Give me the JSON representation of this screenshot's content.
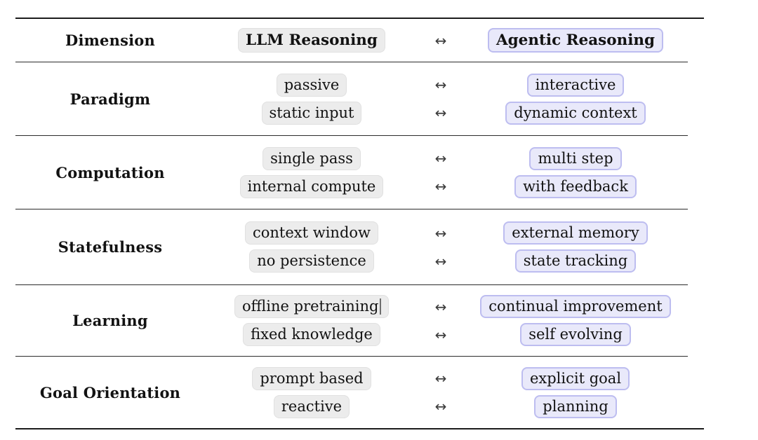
{
  "table": {
    "header": {
      "dimension_label": "Dimension",
      "llm_label": "LLM Reasoning",
      "arrow": "↔",
      "agentic_label": "Agentic Reasoning"
    },
    "rows": [
      {
        "dimension": "Paradigm",
        "pairs": [
          {
            "llm": "passive",
            "agentic": "interactive"
          },
          {
            "llm": "static input",
            "agentic": "dynamic context"
          }
        ]
      },
      {
        "dimension": "Computation",
        "pairs": [
          {
            "llm": "single pass",
            "agentic": "multi step"
          },
          {
            "llm": "internal compute",
            "agentic": "with feedback"
          }
        ]
      },
      {
        "dimension": "Statefulness",
        "pairs": [
          {
            "llm": "context window",
            "agentic": "external memory"
          },
          {
            "llm": "no persistence",
            "agentic": "state tracking"
          }
        ]
      },
      {
        "dimension": "Learning",
        "pairs": [
          {
            "llm": "offline pretraining",
            "agentic": "continual improvement"
          },
          {
            "llm": "fixed knowledge",
            "agentic": "self evolving"
          }
        ]
      },
      {
        "dimension": "Goal Orientation",
        "pairs": [
          {
            "llm": "prompt based",
            "agentic": "explicit goal"
          },
          {
            "llm": "reactive",
            "agentic": "planning"
          }
        ]
      }
    ],
    "colors": {
      "llm_badge_bg": "#ececec",
      "llm_badge_border": "#e0e0e0",
      "agentic_badge_bg": "#e9e9fa",
      "agentic_badge_border": "#bdbdf0",
      "rule_color": "#1c1c1c",
      "midrule_color": "#2b2b2b",
      "text_color": "#121212",
      "arrow_color": "#3b3b3b"
    }
  }
}
